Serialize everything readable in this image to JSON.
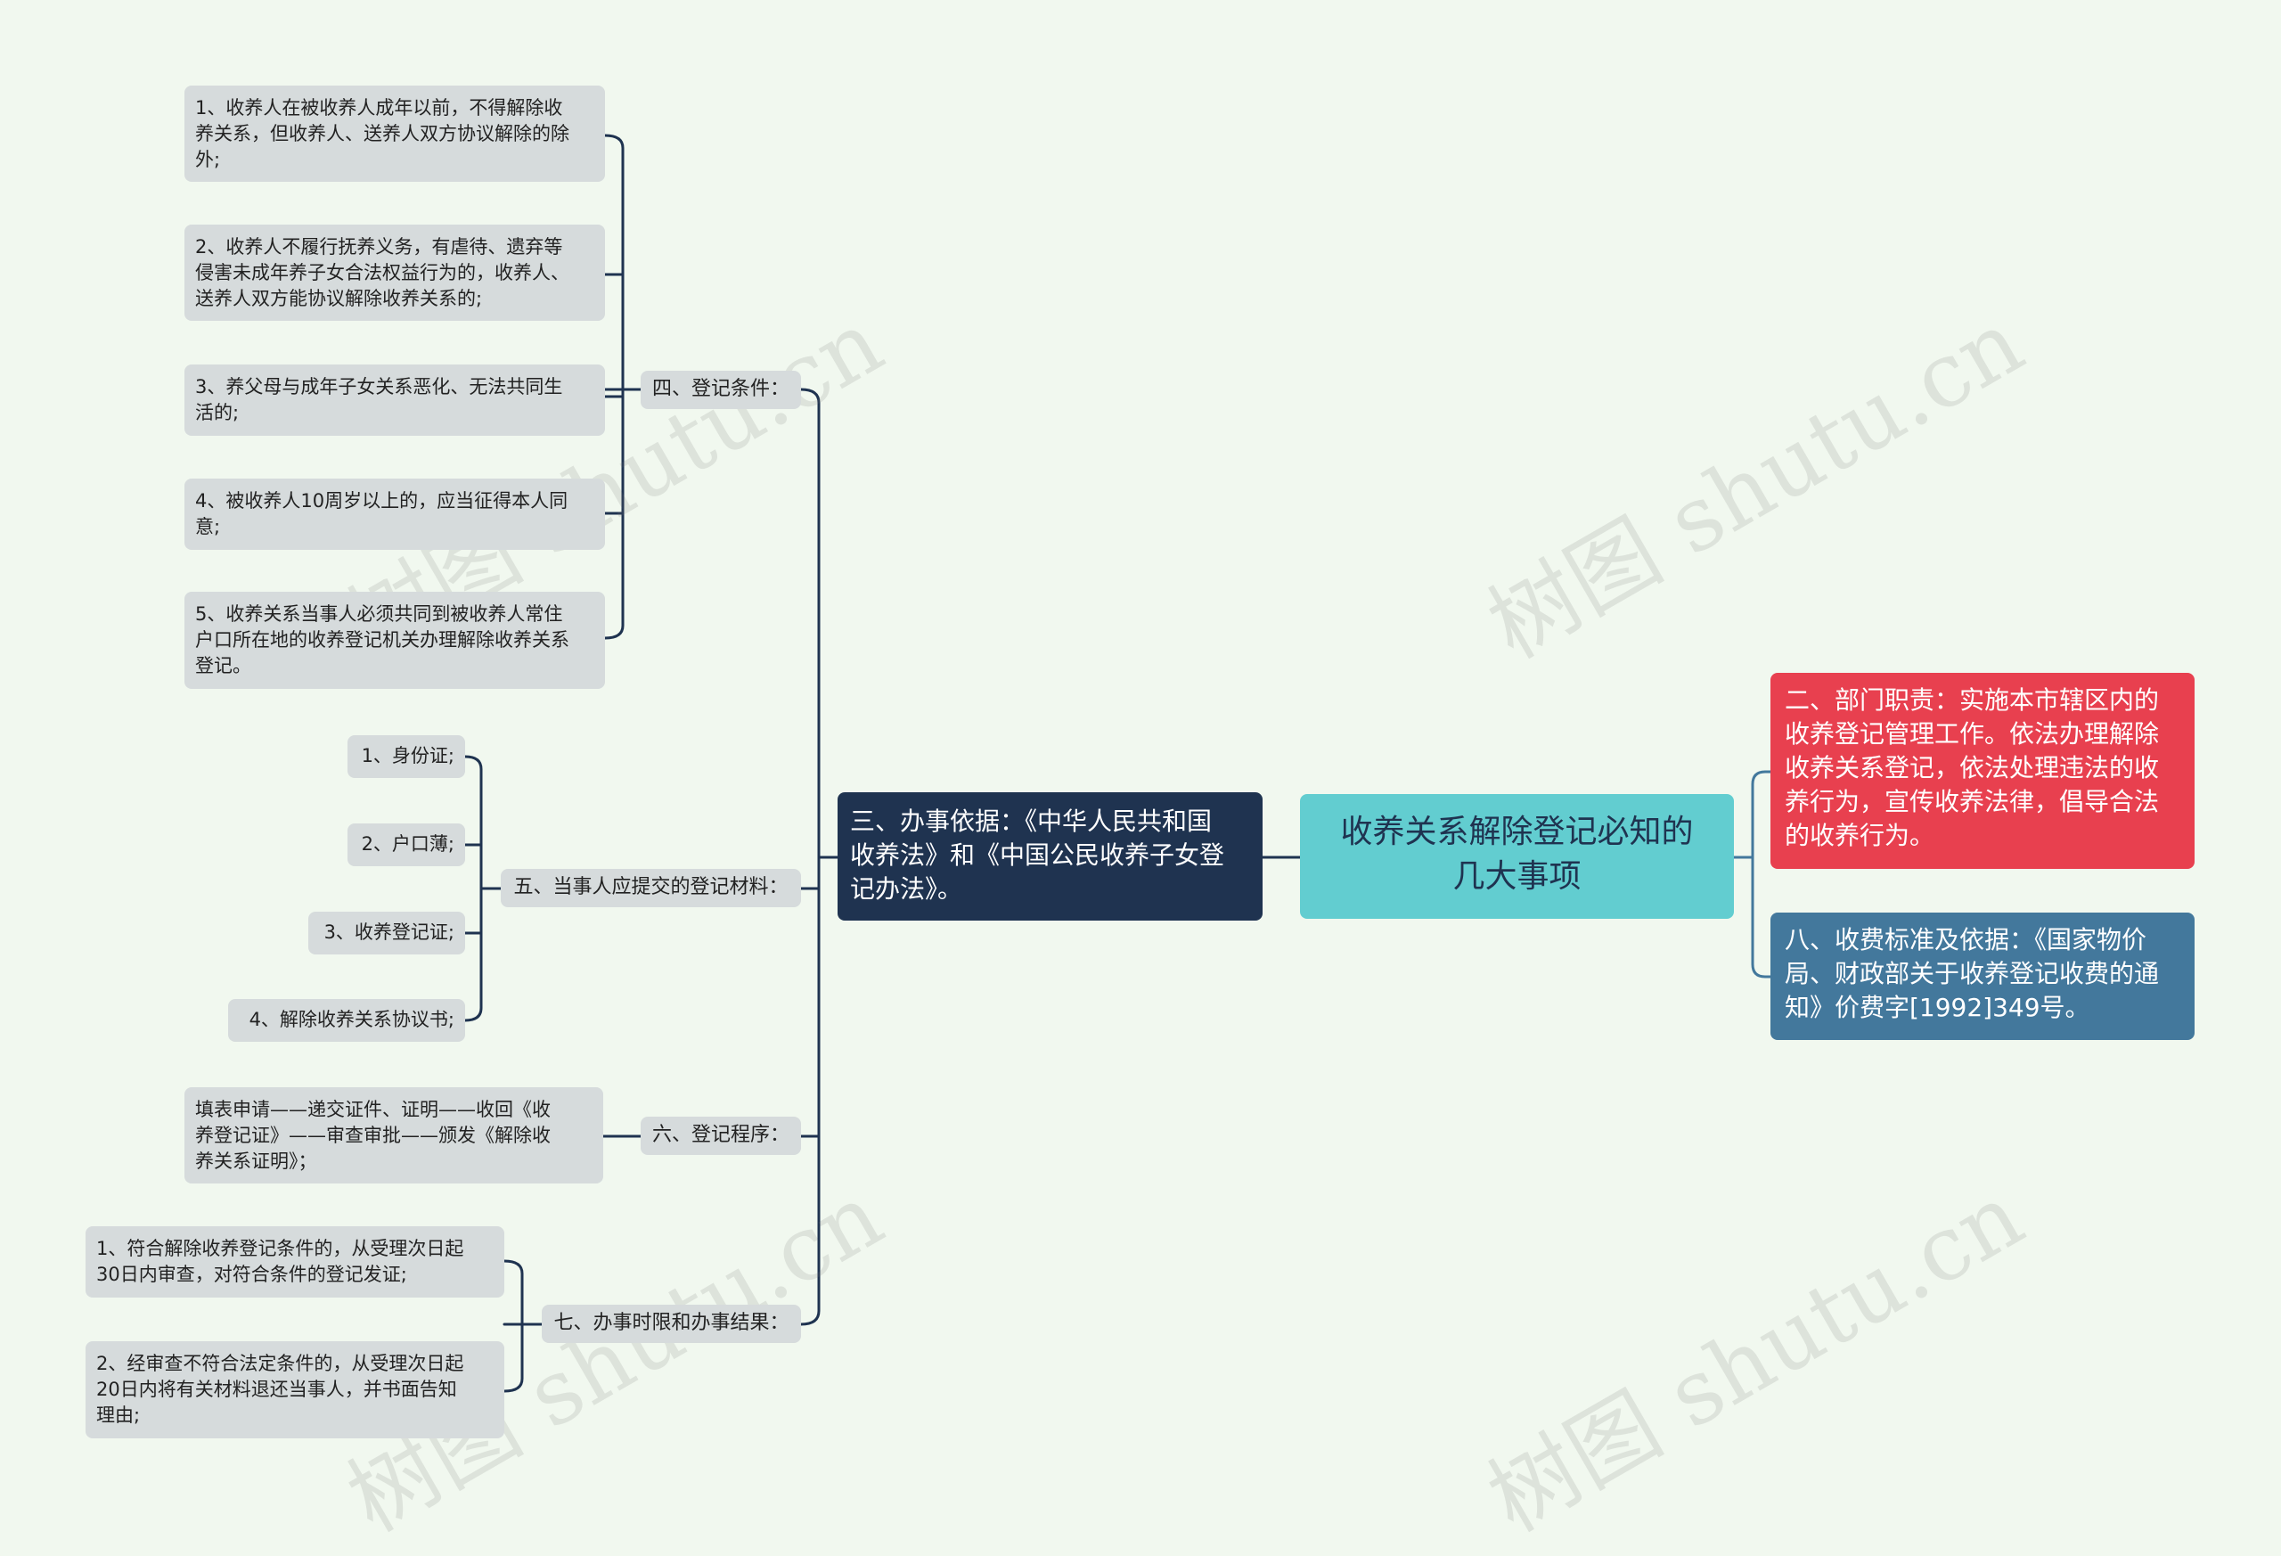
{
  "root": {
    "title": "收养关系解除登记必知的\n几大事项"
  },
  "right": [
    {
      "text": "二、部门职责：实施本市辖区内的\n收养登记管理工作。依法办理解除\n收养关系登记，依法处理违法的收\n养行为，宣传收养法律，倡导合法\n的收养行为。",
      "color": "#e8404f"
    },
    {
      "text": "八、收费标准及依据：《国家物价\n局、财政部关于收养登记收费的通\n知》价费字[1992]349号。",
      "color": "#43789c"
    }
  ],
  "branch3": {
    "text": "三、办事依据：《中华人民共和国\n收养法》和《中国公民收养子女登\n记办法》。",
    "color": "#1f3350"
  },
  "groups": [
    {
      "label": "四、登记条件：",
      "items": [
        "1、收养人在被收养人成年以前，不得解除收\n养关系，但收养人、送养人双方协议解除的除\n外;",
        "2、收养人不履行抚养义务，有虐待、遗弃等\n侵害未成年养子女合法权益行为的，收养人、\n送养人双方能协议解除收养关系的;",
        "3、养父母与成年子女关系恶化、无法共同生\n活的;",
        "4、被收养人10周岁以上的，应当征得本人同\n意;",
        "5、收养关系当事人必须共同到被收养人常住\n户口所在地的收养登记机关办理解除收养关系\n登记。"
      ]
    },
    {
      "label": "五、当事人应提交的登记材料：",
      "items": [
        "1、身份证;",
        "2、户口薄;",
        "3、收养登记证;",
        "4、解除收养关系协议书;"
      ]
    },
    {
      "label": "六、登记程序：",
      "items": [
        "填表申请——递交证件、证明——收回《收\n养登记证》——审查审批——颁发《解除收\n养关系证明》；"
      ]
    },
    {
      "label": "七、办事时限和办事结果：",
      "items": [
        "1、符合解除收养登记条件的，从受理次日起\n30日内审查，对符合条件的登记发证;",
        "2、经审查不符合法定条件的，从受理次日起\n20日内将有关材料退还当事人，并书面告知\n理由;"
      ]
    }
  ],
  "watermark": "树图 shutu.cn",
  "colors": {
    "background": "#f1f8ef",
    "line_dark": "#1f3350",
    "line_red": "#e8404f",
    "line_steel": "#43789c",
    "node_grey": "#d6dbdc",
    "root": "#62cdd0"
  }
}
